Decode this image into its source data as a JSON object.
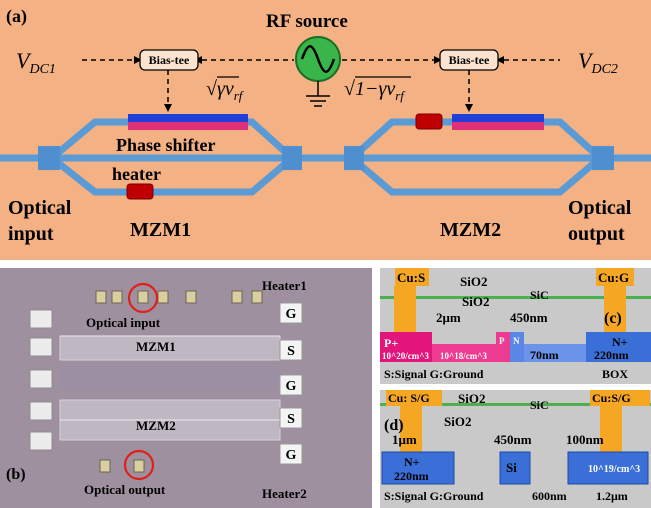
{
  "panel_a": {
    "label": "(a)",
    "rf_source": "RF source",
    "vdc1_main": "V",
    "vdc1_sub": "DC1",
    "vdc2_main": "V",
    "vdc2_sub": "DC2",
    "bias_tee_left": "Bias-tee",
    "bias_tee_right": "Bias-tee",
    "amp_left": "√γv",
    "amp_left_sub": "rf",
    "amp_right": "√1−γv",
    "amp_right_sub": "rf",
    "phase_shifter": "Phase shifter",
    "heater": "heater",
    "mzm1": "MZM1",
    "mzm2": "MZM2",
    "optical_input_1": "Optical",
    "optical_input_2": "input",
    "optical_output_1": "Optical",
    "optical_output_2": "output"
  },
  "panel_b": {
    "label": "(b)",
    "heater1": "Heater1",
    "heater2": "Heater2",
    "optical_input": "Optical input",
    "optical_output": "Optical output",
    "mzm1": "MZM1",
    "mzm2": "MZM2",
    "pads": [
      "G",
      "S",
      "G",
      "S",
      "G"
    ]
  },
  "panel_c": {
    "label": "(c)",
    "cu_left": "Cu:S",
    "cu_right": "Cu:G",
    "sio2_top": "SiO2",
    "sic": "SiC",
    "sio2_mid": "SiO2",
    "dim_2um": "2μm",
    "dim_450nm": "450nm",
    "p_plus": "P+",
    "p_plus_conc": "10^20/cm^3",
    "p_conc": "10^18/cm^3",
    "p_label": "P",
    "n_label": "N",
    "dim_70nm": "70nm",
    "n_plus": "N+",
    "dim_220nm": "220nm",
    "legend": "S:Signal  G:Ground",
    "box": "BOX"
  },
  "panel_d": {
    "label": "(d)",
    "cu_left": "Cu: S/G",
    "cu_right": "Cu:S/G",
    "sio2_top": "SiO2",
    "sic": "SiC",
    "sio2_mid": "SiO2",
    "dim_1um": "1μm",
    "dim_450nm": "450nm",
    "dim_100nm": "100nm",
    "n_plus": "N+",
    "dim_220nm": "220nm",
    "si": "Si",
    "conc": "10^19/cm^3",
    "legend": "S:Signal  G:Ground",
    "dim_600nm": "600nm",
    "dim_1_2um": "1.2μm"
  },
  "colors": {
    "panel_a_bg": "#f4b183",
    "waveguide": "#5b9bd5",
    "phase_shifter_top": "#1f3fd6",
    "phase_shifter_bottom": "#e0307a",
    "heater": "#c00000",
    "rf_green": "#39b54a",
    "chip_bg": "#a99aa8",
    "copper": "#f5a623",
    "sic_green": "#4caf50",
    "p_plus": "#e2157a",
    "n_plus": "#3b6fd8",
    "cross_bg": "#bfbfbf"
  }
}
